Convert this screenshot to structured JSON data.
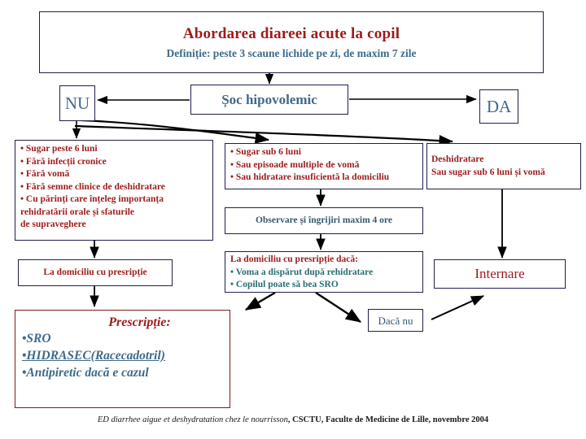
{
  "header": {
    "title": "Abordarea diareei acute la copil",
    "subtitle": "Definiție: peste 3 scaune lichide pe zi, de maxim 7 zile",
    "title_color": "#9e1b1b",
    "subtitle_color": "#3f6a8a"
  },
  "decision": {
    "no_label": "NU",
    "question": "Șoc hipovolemic",
    "yes_label": "DA"
  },
  "criteria_left": {
    "items": [
      "• Sugar peste 6 luni",
      "• Fără infecții cronice",
      "• Fără vomă",
      "• Fără semne clinice de deshidratare",
      "• Cu părinți care înțeleg importanța",
      "rehidratării orale și sfaturile",
      " de supraveghere"
    ]
  },
  "criteria_middle": {
    "items": [
      "• Sugar sub 6 luni",
      "• Sau episoade multiple de vomă",
      "• Sau hidratare insuficientă la domiciliu"
    ]
  },
  "criteria_right": {
    "lines": [
      "Deshidratare",
      "Sau sugar sub 6 luni și vomă"
    ]
  },
  "observation": {
    "label": "Observare și îngrijiri maxim 4 ore"
  },
  "outcome_left": {
    "label": "La domiciliu cu presripție"
  },
  "outcome_middle": {
    "title": "La domiciliu cu presripție dacă:",
    "items": [
      "• Voma a dispărut după rehidratare",
      "• Copilul poate să bea SRO"
    ]
  },
  "outcome_right": {
    "label": "Internare"
  },
  "fallback": {
    "label": "Dacă nu"
  },
  "prescription": {
    "title": "Prescripție:",
    "items": [
      "•SRO",
      "•HIDRASEC(Racecadotril)",
      "•Antipiretic dacă e cazul"
    ]
  },
  "footer": {
    "source_italic": "ED diarrhee aigue et deshydratation chez le nourrisson",
    "source_bold": ", CSCTU, Faculte de Medicine de Lille, novembre 2004"
  }
}
